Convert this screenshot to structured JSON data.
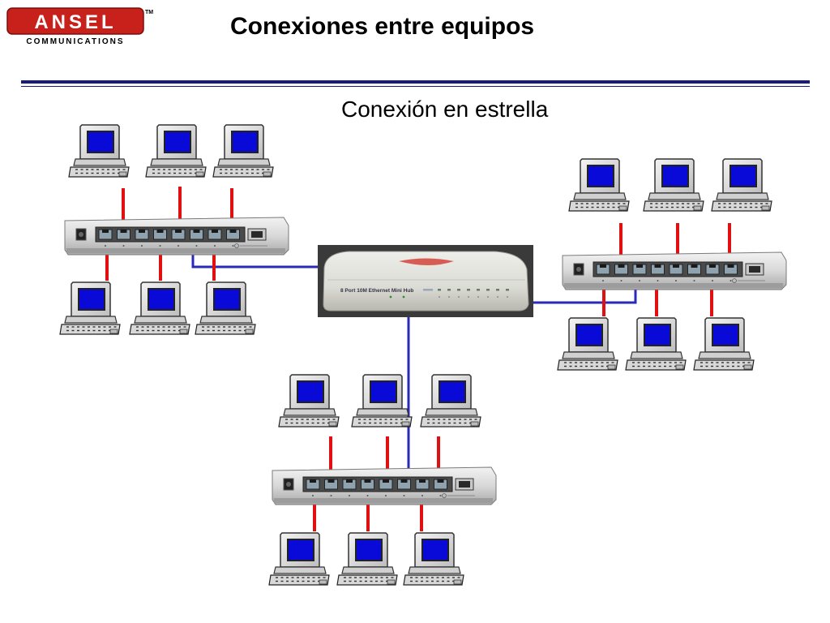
{
  "logo": {
    "brand": "ANSEL",
    "tm": "TM",
    "tagline": "COMMUNICATIONS"
  },
  "header": {
    "title": "Conexiones entre equipos"
  },
  "diagram": {
    "subtitle": "Conexión en estrella",
    "central_hub_label": "8 Port 10M Ethernet Mini Hub",
    "colors": {
      "drop_cable": "#e01010",
      "uplink_cable": "#2a2ab8",
      "screen": "#0a0ad8",
      "rule": "#1a1a7a"
    }
  }
}
